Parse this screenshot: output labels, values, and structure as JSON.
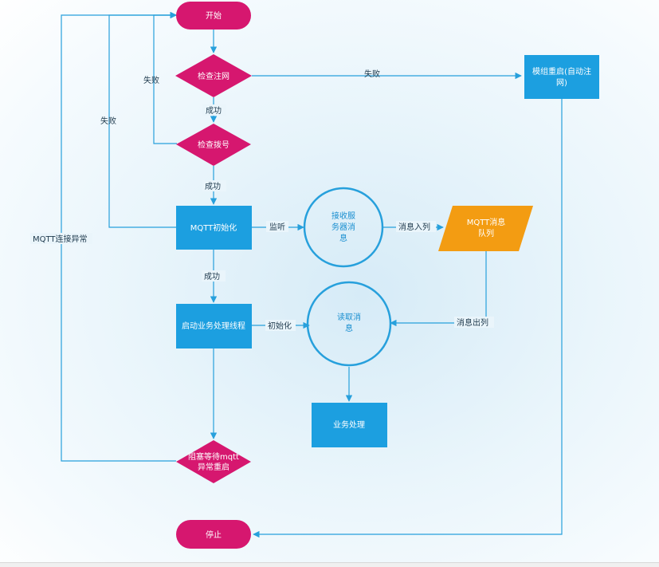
{
  "nodes": {
    "start": "开始",
    "check_network": "检查注网",
    "check_dial": "检查拨号",
    "mqtt_init": "MQTT初始化",
    "start_thread": "启动业务处理线程",
    "block_wait_line1": "阻塞等待mqtt",
    "block_wait_line2": "异常重启",
    "stop": "停止",
    "module_restart_line1": "模组重启(自动注",
    "module_restart_line2": "网)",
    "receive_msg_line1": "接收服",
    "receive_msg_line2": "务器消",
    "receive_msg_line3": "息",
    "mqtt_queue_line1": "MQTT消息",
    "mqtt_queue_line2": "队列",
    "read_msg_line1": "读取消",
    "read_msg_line2": "息",
    "business": "业务处理"
  },
  "edges": {
    "fail_network": "失败",
    "success_network": "成功",
    "fail_dial_inner": "失败",
    "fail_dial_outer": "失败",
    "success_dial": "成功",
    "mqtt_conn_error": "MQTT连接异常",
    "listen": "监听",
    "enqueue": "消息入列",
    "dequeue": "消息出列",
    "success_init": "成功",
    "initialize": "初始化"
  },
  "colors": {
    "magenta": "#d6176f",
    "blue_box": "#1c9fe0",
    "orange": "#f39c12",
    "line": "#27a0dc"
  }
}
